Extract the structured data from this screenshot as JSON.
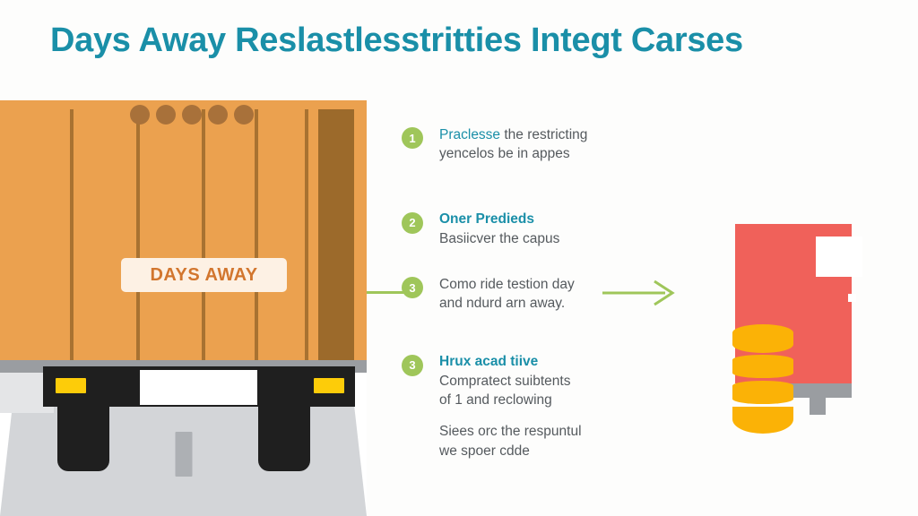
{
  "page": {
    "title": "Days Away Reslastlesstritties Integt Carses",
    "background_color": "#fdfdfc",
    "accent_teal": "#1a8fa8",
    "accent_green": "#9fc65a",
    "truck_orange": "#eba14f",
    "building_red": "#f0615a",
    "tank_yellow": "#fbb206"
  },
  "truck": {
    "sign_label": "DAYS AWAY",
    "dot_count": 5,
    "seam_count": 5
  },
  "steps": [
    {
      "number": "1",
      "lead": "Praclesse",
      "line1_rest": " the restricting",
      "line2": "yencelos be in appes"
    },
    {
      "number": "2",
      "heading": "Oner Predieds",
      "line1": "Basiicver the capus"
    },
    {
      "number": "3",
      "line1": "Como ride testion day",
      "line2": "and ndurd arn away."
    },
    {
      "number": "3",
      "heading": "Hrux acad tiive",
      "line1": "Compratect suibtents",
      "line2": "of 1 and reclowing",
      "line3": "Siees orc the respuntul",
      "line4": "we spoer cdde"
    }
  ],
  "icons": {
    "arrow_right": "arrow-right-icon",
    "connector": "connector-line-icon"
  }
}
